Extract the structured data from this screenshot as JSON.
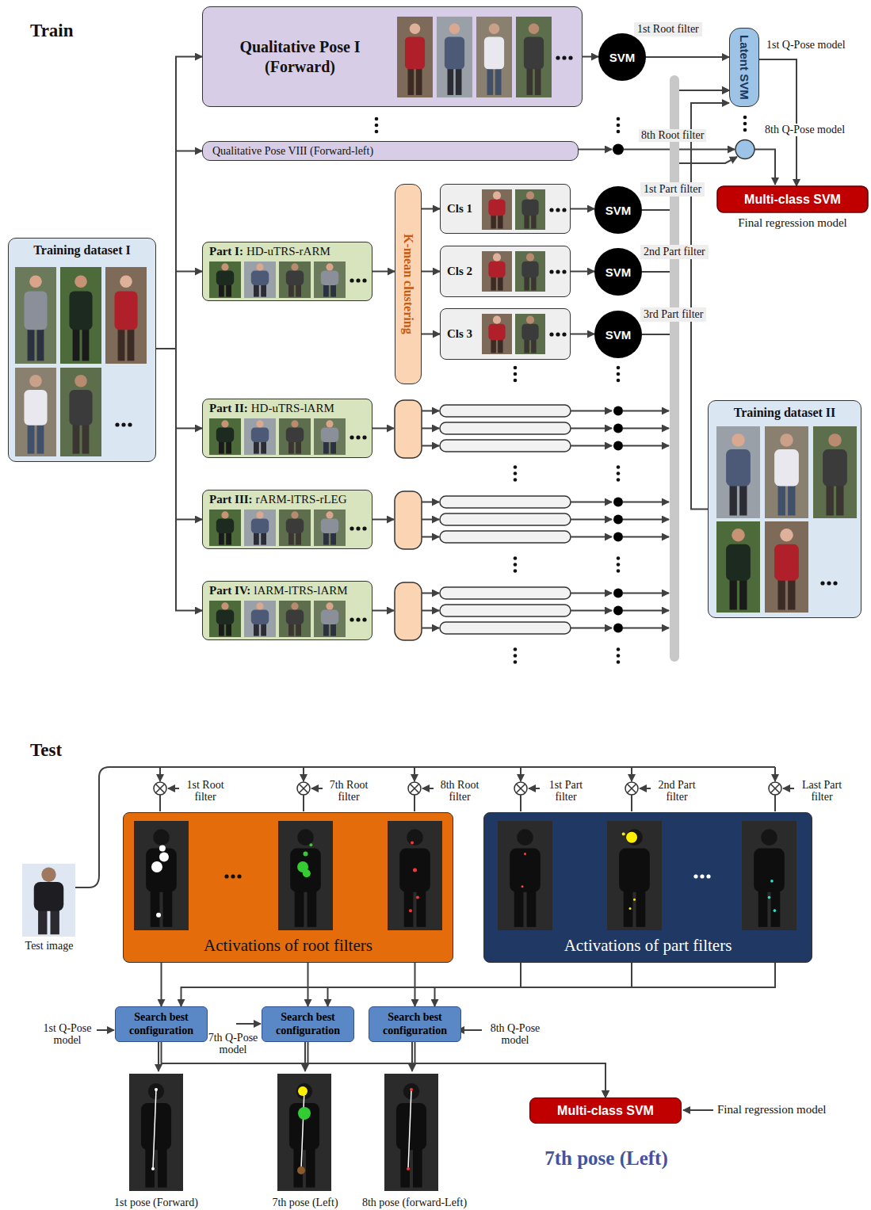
{
  "diagram": {
    "nodes": [
      {
        "text": [
          "Qualitative Pose I (Forward)"
        ]
      },
      {
        "text": [
          "SVM"
        ]
      },
      {
        "text": [
          "Latent SVM"
        ]
      },
      {
        "text": [
          "Qualitative Pose VIII (Forward-left)"
        ]
      },
      {
        "text": [
          "Multi-class SVM",
          "Final regression model"
        ]
      },
      {
        "text": [
          "Training dataset I"
        ]
      },
      {
        "text": [
          "Part I:",
          "HD-uTRS-rARM"
        ]
      },
      {
        "text": [
          "K-mean clustering"
        ]
      },
      {
        "text": [
          "Cls 1"
        ]
      },
      {
        "text": [
          "SVM"
        ]
      },
      {
        "text": [
          "Cls 2"
        ]
      },
      {
        "text": [
          "SVM"
        ]
      },
      {
        "text": [
          "Cls 3"
        ]
      },
      {
        "text": [
          "SVM"
        ]
      },
      {
        "text": [
          "Part II:",
          "HD-uTRS-lARM"
        ]
      },
      {
        "text": [
          "Part III:",
          "rARM-lTRS-rLEG"
        ]
      },
      {
        "text": [
          "Part IV:",
          "lARM-lTRS-lARM"
        ]
      },
      {
        "text": [
          "Training dataset II"
        ]
      },
      {
        "text": [
          "Activations of root filters"
        ]
      },
      {
        "text": [
          "Activations of part filters"
        ]
      },
      {
        "text": [
          "Search best configuration"
        ]
      },
      {
        "text": [
          "Search best configuration"
        ]
      },
      {
        "text": [
          "Search best configuration"
        ]
      },
      {
        "text": [
          "Multi-class SVM"
        ]
      }
    ],
    "edges": [
      {
        "from": 5,
        "to": 0,
        "arrow": "to"
      },
      {
        "from": 5,
        "to": 3,
        "arrow": "to"
      },
      {
        "from": 5,
        "to": 6,
        "arrow": "to"
      },
      {
        "from": 5,
        "to": 14,
        "arrow": "to"
      },
      {
        "from": 5,
        "to": 15,
        "arrow": "to"
      },
      {
        "from": 5,
        "to": 16,
        "arrow": "to"
      },
      {
        "from": 0,
        "to": 1,
        "arrow": "to"
      },
      {
        "from": 1,
        "to": 2,
        "label": "1st Root filter",
        "arrow": "to"
      },
      {
        "from": 2,
        "to": 4,
        "label": "1st Q-Pose model",
        "arrow": "to"
      },
      {
        "from": 6,
        "to": 7,
        "arrow": "to"
      },
      {
        "from": 7,
        "to": 8,
        "arrow": "to"
      },
      {
        "from": 7,
        "to": 10,
        "arrow": "to"
      },
      {
        "from": 7,
        "to": 12,
        "arrow": "to"
      },
      {
        "from": 8,
        "to": 9,
        "arrow": "to"
      },
      {
        "from": 10,
        "to": 11,
        "arrow": "to"
      },
      {
        "from": 12,
        "to": 13,
        "arrow": "to"
      },
      {
        "from": 9,
        "to": 2,
        "label": "1st Part filter",
        "arrow": "to"
      },
      {
        "from": 11,
        "to": 2,
        "label": "2nd Part filter",
        "arrow": "to"
      },
      {
        "from": 13,
        "to": 2,
        "label": "3rd Part filter",
        "arrow": "to"
      },
      {
        "from": 17,
        "to": 2,
        "arrow": "to"
      },
      {
        "from": 18,
        "to": 20,
        "arrow": "to"
      },
      {
        "from": 18,
        "to": 21,
        "arrow": "to"
      },
      {
        "from": 18,
        "to": 22,
        "arrow": "to"
      },
      {
        "from": 19,
        "to": 20,
        "arrow": "to"
      },
      {
        "from": 19,
        "to": 21,
        "arrow": "to"
      },
      {
        "from": 19,
        "to": 22,
        "arrow": "to"
      },
      {
        "from": 20,
        "to": 23,
        "arrow": "to"
      },
      {
        "from": 21,
        "to": 23,
        "arrow": "to"
      },
      {
        "from": 22,
        "to": 23,
        "arrow": "to"
      }
    ],
    "labels": [
      "Train",
      "8th Root filter",
      "8th Q-Pose model",
      "Test",
      "Test image",
      "1st Root filter",
      "7th Root filter",
      "8th Root filter",
      "1st Part filter",
      "2nd Part filter",
      "Last Part filter",
      "1st Q-Pose model",
      "7th Q-Pose model",
      "8th Q-Pose model",
      "Final regression model",
      "1st pose (Forward)",
      "7th pose (Left)",
      "8th pose (forward-Left)",
      "7th pose (Left)"
    ]
  }
}
